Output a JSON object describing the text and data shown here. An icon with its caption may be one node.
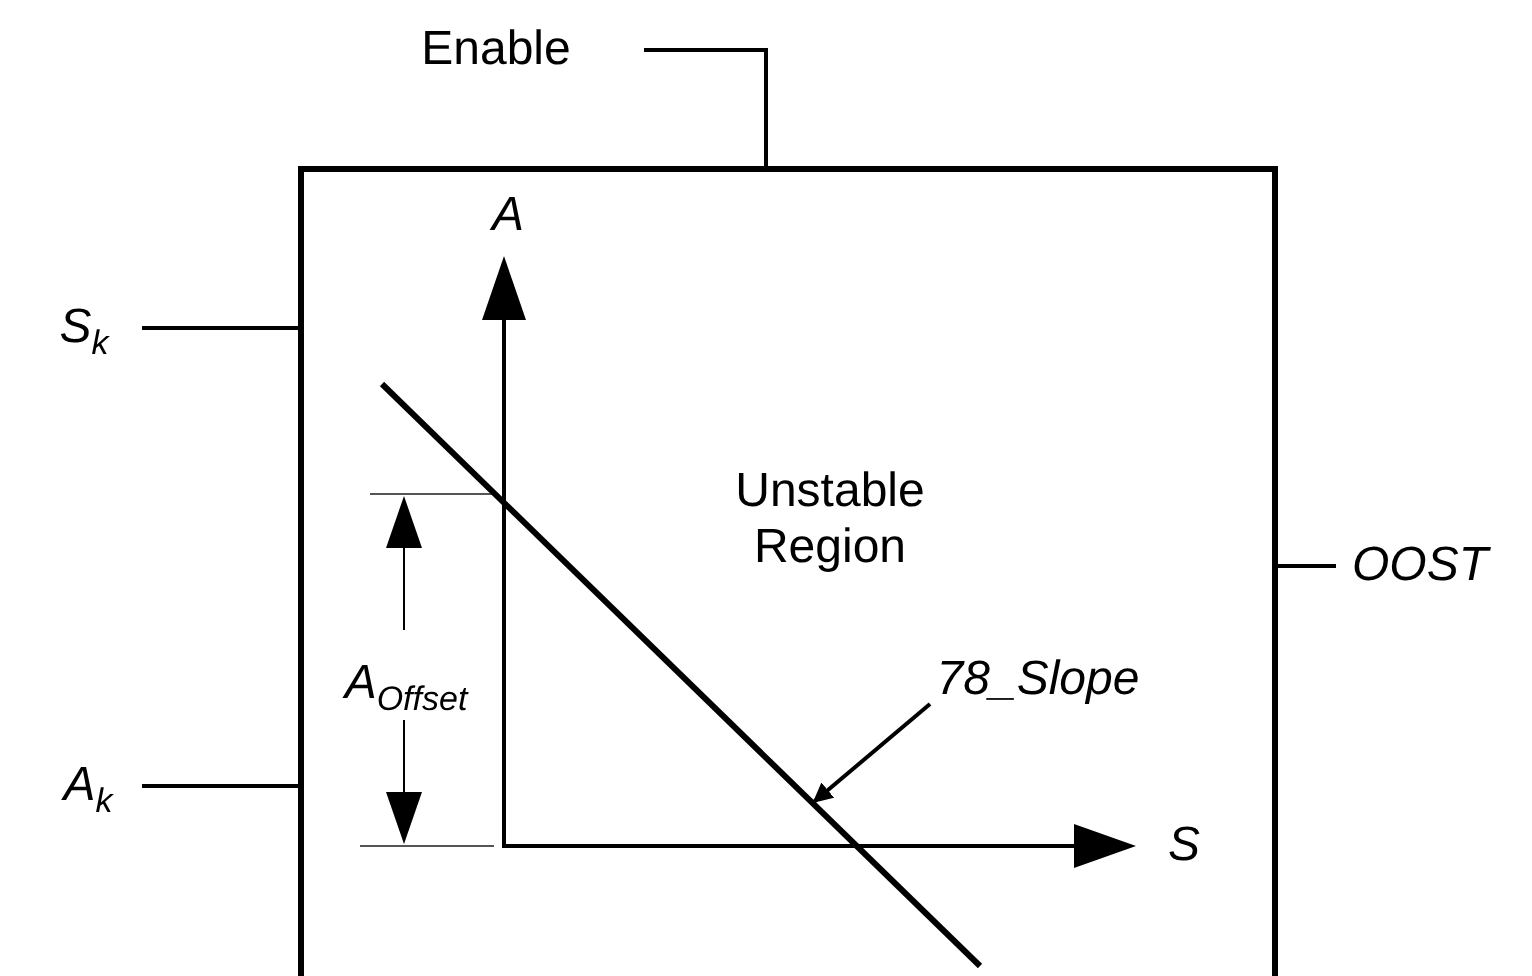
{
  "diagram": {
    "nodes": [
      {
        "text": [],
        "shape": "box"
      },
      {
        "text": [
          "Enable"
        ]
      },
      {
        "text": [
          "S$_{k}$"
        ]
      },
      {
        "text": [
          "A$_{k}$"
        ]
      },
      {
        "text": [
          "OOST"
        ]
      },
      {
        "text": [
          "78_Slope"
        ],
        "in": 0
      },
      {
        "text": [],
        "shape": "line",
        "in": 0
      }
    ],
    "edges": [
      {
        "from": 1,
        "to": 0,
        "arrow": "none"
      },
      {
        "from": 2,
        "to": 0,
        "arrow": "none"
      },
      {
        "from": 3,
        "to": 0,
        "arrow": "none"
      },
      {
        "from": 0,
        "to": 4,
        "arrow": "none"
      },
      {
        "from": 5,
        "to": 6,
        "arrow": "to"
      }
    ],
    "labels": [
      "A",
      "Unstable Region",
      "A$_{Offset}$",
      "S"
    ]
  }
}
